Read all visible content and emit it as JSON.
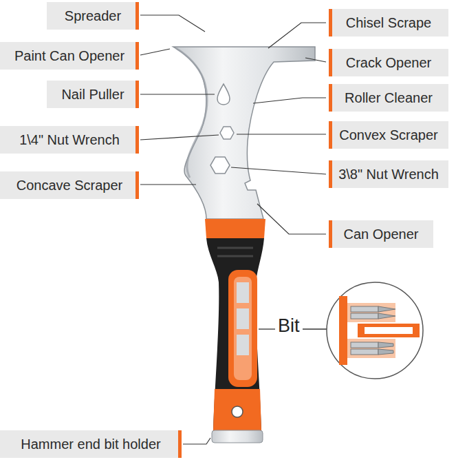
{
  "diagram": {
    "nodes": [
      {
        "text": [
          "Spreader"
        ]
      },
      {
        "text": [
          "Chisel Scrape"
        ]
      },
      {
        "text": [
          "Paint Can Opener"
        ]
      },
      {
        "text": [
          "Crack Opener"
        ]
      },
      {
        "text": [
          "Nail Puller"
        ]
      },
      {
        "text": [
          "Roller Cleaner"
        ]
      },
      {
        "text": [
          "1\\4\" Nut Wrench"
        ]
      },
      {
        "text": [
          "Convex Scraper"
        ]
      },
      {
        "text": [
          "3\\8\" Nut Wrench"
        ]
      },
      {
        "text": [
          "Concave Scraper"
        ]
      },
      {
        "text": [
          "Can Opener"
        ]
      },
      {
        "text": [
          "Hammer end bit holder"
        ]
      }
    ],
    "labels": [
      "Bit"
    ]
  }
}
